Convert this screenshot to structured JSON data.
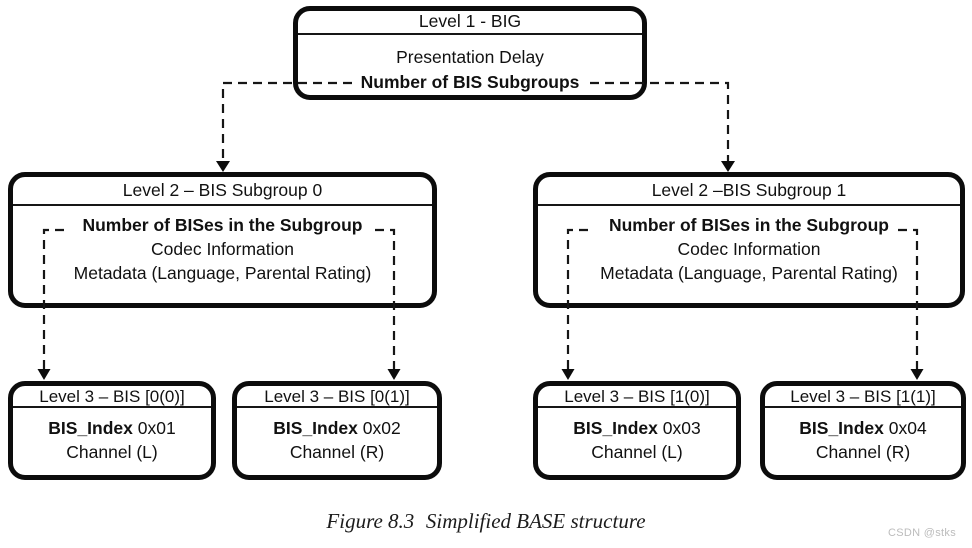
{
  "nodes": {
    "big": {
      "title": "Level 1 - BIG",
      "delay": "Presentation Delay",
      "num_subgroups": "Number of BIS Subgroups"
    },
    "subgroup0": {
      "title": "Level 2 – BIS Subgroup 0",
      "num_bises": "Number of BISes in the Subgroup",
      "codec": "Codec Information",
      "metadata": "Metadata (Language, Parental Rating)"
    },
    "subgroup1": {
      "title": "Level 2 –BIS Subgroup 1",
      "num_bises": "Number of BISes in the Subgroup",
      "codec": "Codec Information",
      "metadata": "Metadata (Language, Parental Rating)"
    },
    "bis00": {
      "title": "Level 3 – BIS [0(0)]",
      "index_label": "BIS_Index",
      "index_value": "0x01",
      "channel": "Channel (L)"
    },
    "bis01": {
      "title": "Level 3 – BIS [0(1)]",
      "index_label": "BIS_Index",
      "index_value": "0x02",
      "channel": "Channel (R)"
    },
    "bis10": {
      "title": "Level 3 – BIS [1(0)]",
      "index_label": "BIS_Index",
      "index_value": "0x03",
      "channel": "Channel (L)"
    },
    "bis11": {
      "title": "Level 3 – BIS [1(1)]",
      "index_label": "BIS_Index",
      "index_value": "0x04",
      "channel": "Channel (R)"
    }
  },
  "caption": {
    "label": "Figure 8.3",
    "title": "Simplified BASE structure"
  },
  "watermark": "CSDN @stks",
  "colors": {
    "line": "#161616",
    "text": "#111111",
    "watermark": "#bcbcbc",
    "background": "#ffffff"
  }
}
